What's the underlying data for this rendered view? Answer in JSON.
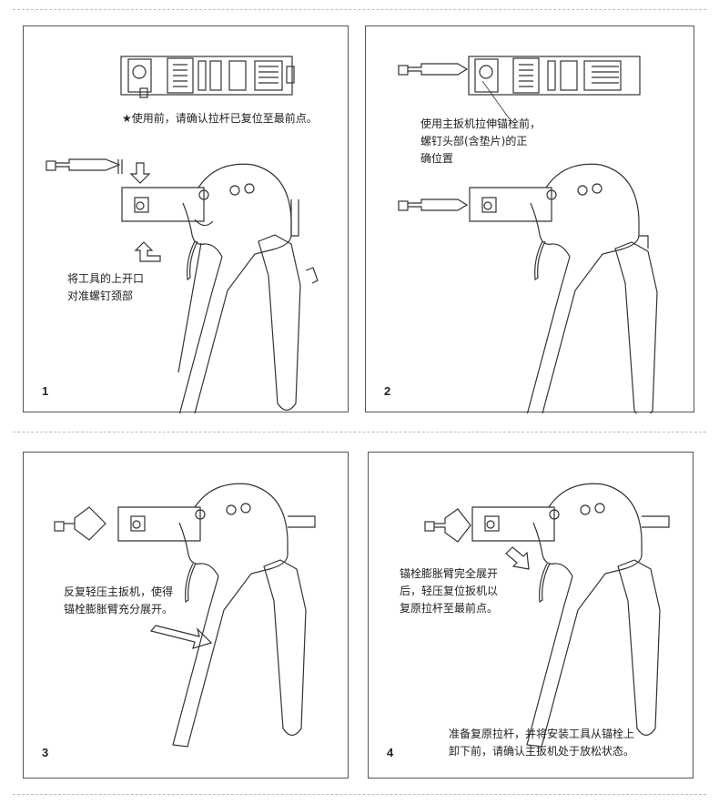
{
  "steps": [
    {
      "number": "1",
      "note": "★使用前，请确认拉杆已复位至最前点。",
      "caption": "将工具的上开口\n对准螺钉颈部"
    },
    {
      "number": "2",
      "caption": "使用主扳机拉伸锚栓前，\n螺钉头部(含垫片)的正\n确位置"
    },
    {
      "number": "3",
      "caption": "反复轻压主扳机，使得\n锚栓膨胀臂充分展开。"
    },
    {
      "number": "4",
      "caption": "锚栓膨胀臂完全展开\n后，轻压复位扳机以\n复原拉杆至最前点。",
      "note": "准备复原拉杆，并将安装工具从锚栓上\n卸下前，请确认主扳机处于放松状态。"
    }
  ],
  "icons": {
    "star": "★"
  },
  "colors": {
    "line": "#333333",
    "border": "#555555",
    "separator": "#bdbdbd"
  }
}
